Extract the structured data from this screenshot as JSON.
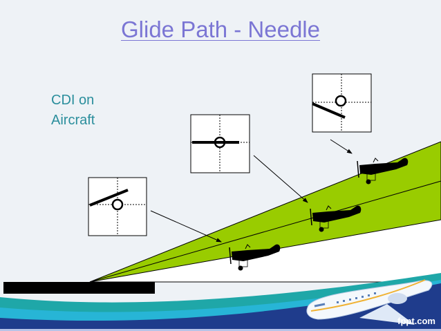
{
  "title": "Glide Path - Needle",
  "label": {
    "line1": "CDI on",
    "line2": "Aircraft"
  },
  "footer": {
    "brand": "fppt.com"
  },
  "colors": {
    "glide_slope": "#99cc00",
    "title": "#7b76d4",
    "label": "#2a8e9c",
    "footer_blue": "#1f3c8c",
    "footer_teal": "#1fa7a8"
  },
  "cdi_indicators": [
    {
      "position": "below-glide-path",
      "needle": "tilted-up-left-low"
    },
    {
      "position": "on-glide-path",
      "needle": "centered-horizontal"
    },
    {
      "position": "above-glide-path",
      "needle": "tilted-down"
    }
  ]
}
